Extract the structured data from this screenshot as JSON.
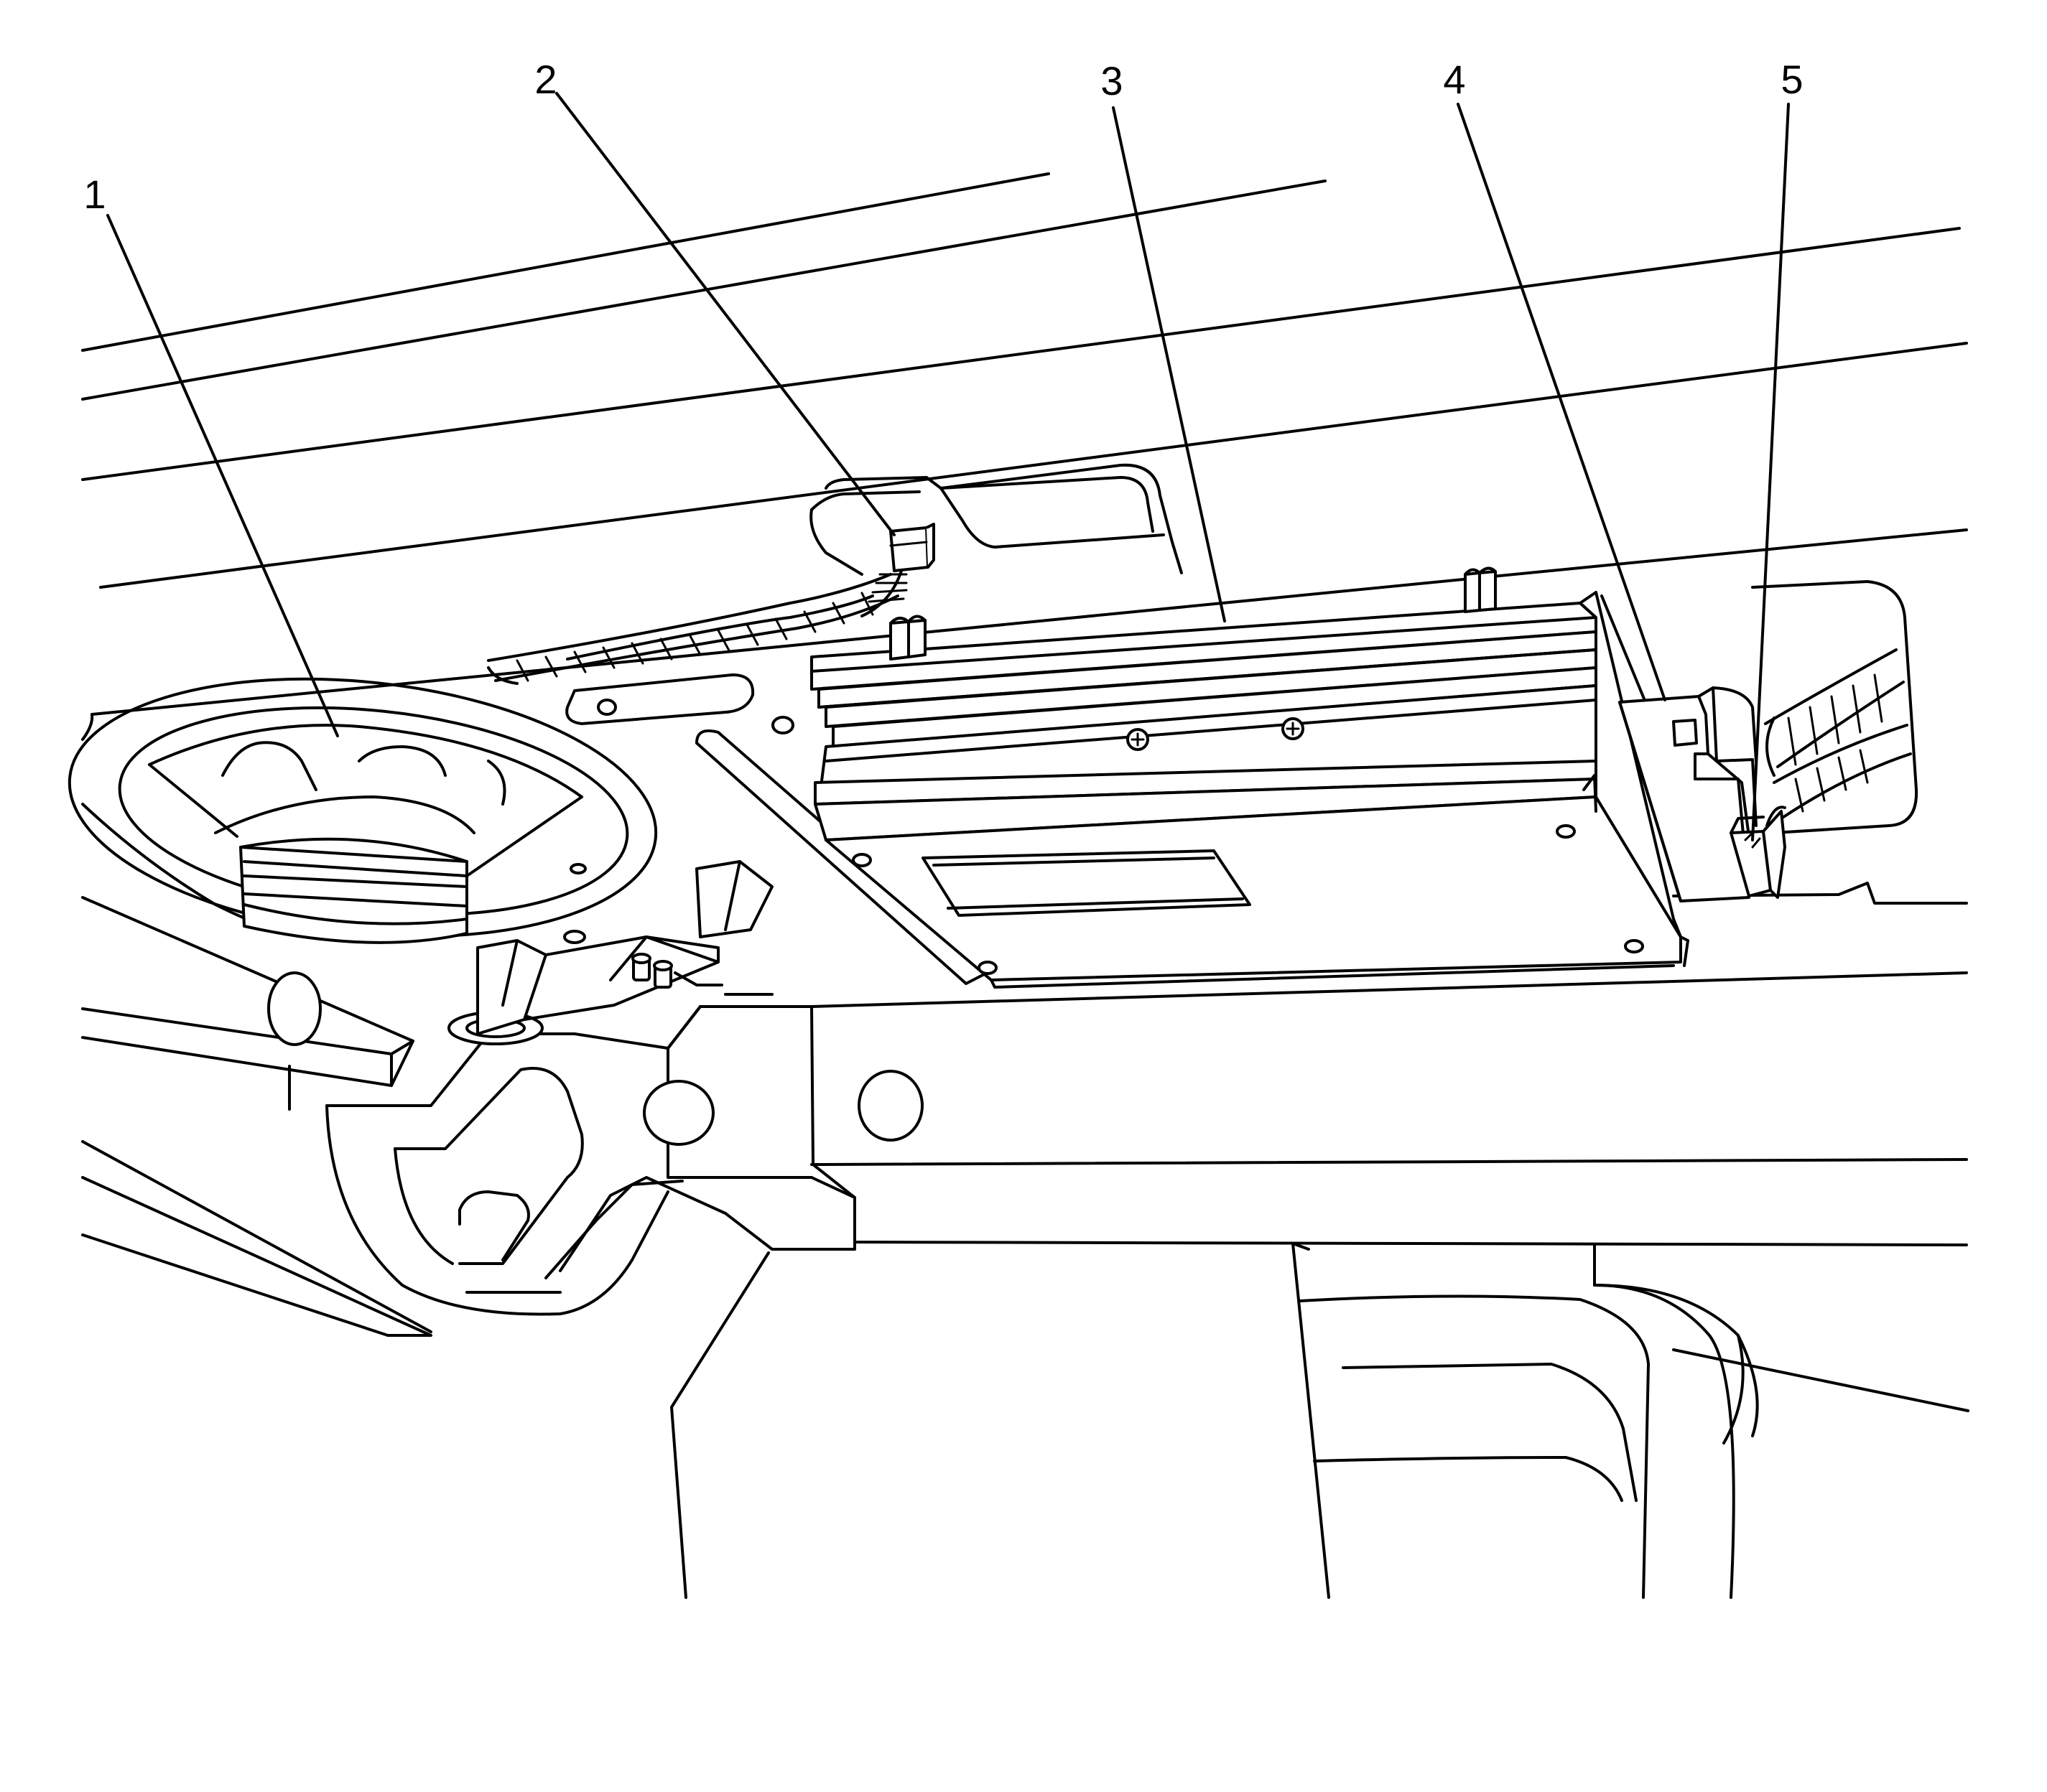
{
  "callouts": [
    {
      "number": "1",
      "part": "speaker"
    },
    {
      "number": "2",
      "part": "wiring-harness-connector"
    },
    {
      "number": "3",
      "part": "amplifier"
    },
    {
      "number": "4",
      "part": "mounting-bracket"
    },
    {
      "number": "5",
      "part": "electrical-connector"
    }
  ],
  "colors": {
    "line": "#000000",
    "background": "#ffffff"
  }
}
